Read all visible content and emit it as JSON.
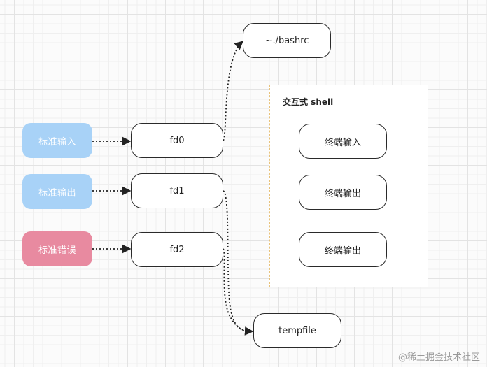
{
  "inputs": {
    "stdin": "标准输入",
    "stdout": "标准输出",
    "stderr": "标准错误"
  },
  "fds": {
    "fd0": "fd0",
    "fd1": "fd1",
    "fd2": "fd2"
  },
  "bashrc": "~./bashrc",
  "tempfile": "tempfile",
  "shell_group": {
    "title": "交互式 shell",
    "items": [
      "终端输入",
      "终端输出",
      "终端输出"
    ]
  },
  "watermark": "@稀土掘金技术社区",
  "colors": {
    "input_blue": "#a8d2f7",
    "error_pink": "#e88aa0",
    "group_border": "#e8c27a"
  }
}
